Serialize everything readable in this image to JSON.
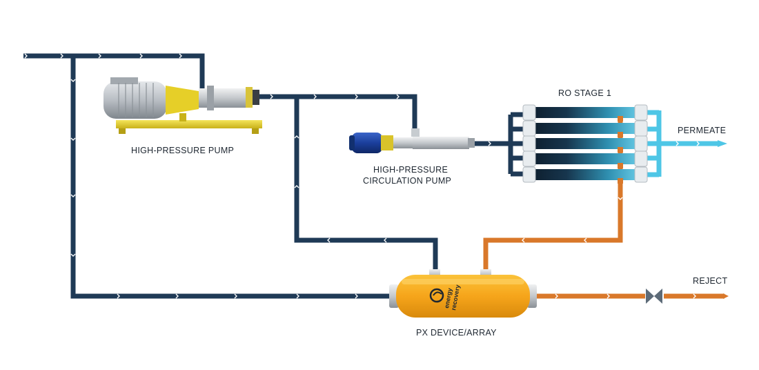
{
  "labels": {
    "high_pressure_pump": "HIGH-PRESSURE PUMP",
    "circulation_pump_line1": "HIGH-PRESSURE",
    "circulation_pump_line2": "CIRCULATION PUMP",
    "ro_stage": "RO STAGE 1",
    "permeate": "PERMEATE",
    "reject": "REJECT",
    "px_device": "PX DEVICE/ARRAY"
  },
  "logo": {
    "line1": "energy",
    "line2": "recovery"
  },
  "colors": {
    "feed_pipe": "#1f3a56",
    "brine_pipe": "#d9782a",
    "permeate_pipe": "#4ec6e6",
    "px_body": "#f6a51b",
    "pump_yellow": "#e8d22a",
    "motor_blue": "#1b3f9c",
    "motor_grey": "#b9bec4"
  }
}
